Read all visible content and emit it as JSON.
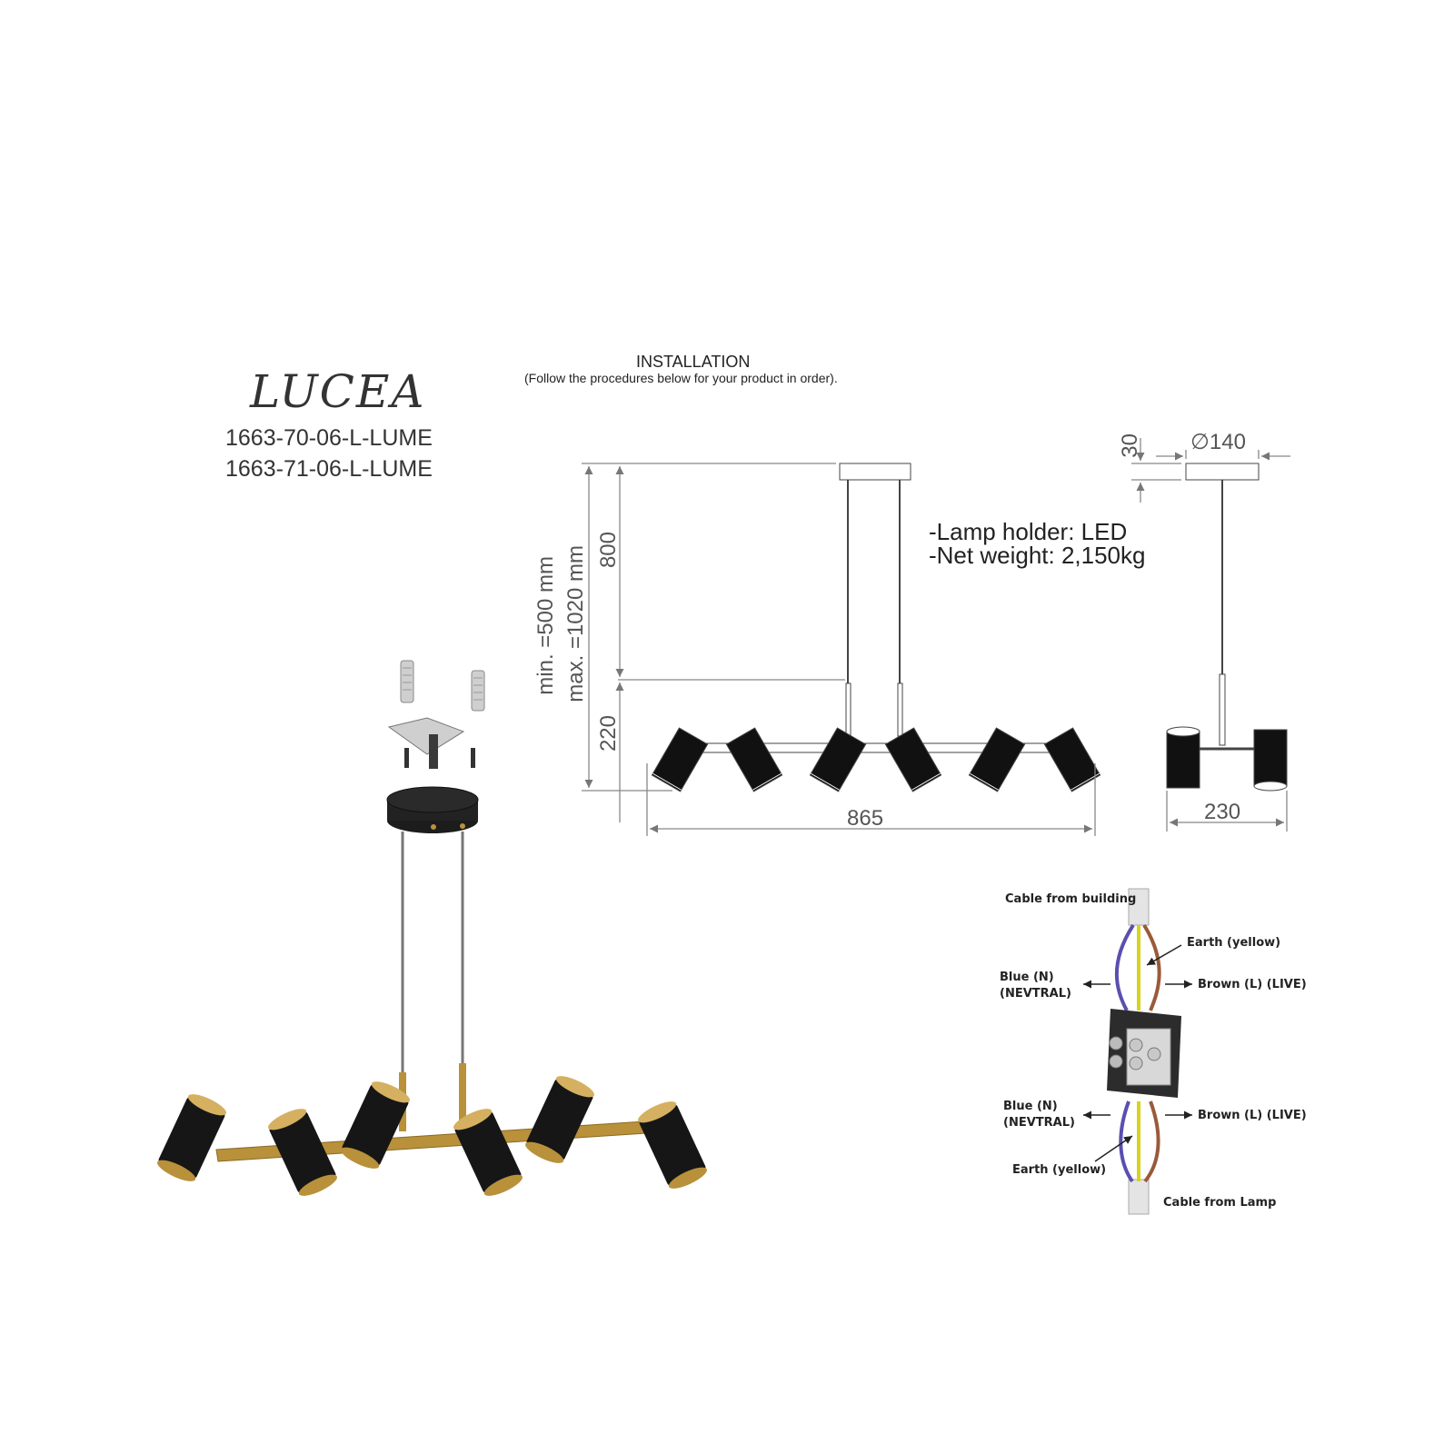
{
  "product": {
    "name": "LUCEA",
    "codes": [
      "1663-70-06-L-LUME",
      "1663-71-06-L-LUME"
    ]
  },
  "installation": {
    "title": "INSTALLATION",
    "subtitle": "(Follow the procedures below for your product in order)."
  },
  "specs": [
    "-Lamp holder: LED",
    "-Net weight: 2,150kg"
  ],
  "dimensions": {
    "height_min": "min. =500 mm",
    "height_max": "max. =1020 mm",
    "cable": "800",
    "body": "220",
    "length": "865",
    "canopy_height": "30",
    "canopy_diameter": "∅140",
    "width": "230"
  },
  "wiring": {
    "cable_from_building": "Cable from building",
    "earth_top": "Earth (yellow)",
    "blue_top": "Blue (N)\n(NEVTRAL)",
    "brown_top": "Brown (L) (LIVE)",
    "blue_bottom": "Blue (N)\n(NEVTRAL)",
    "brown_bottom": "Brown (L) (LIVE)",
    "earth_bottom": "Earth (yellow)",
    "cable_from_lamp": "Cable from Lamp"
  },
  "colors": {
    "brass": "#b8913a",
    "black": "#1a1a1a",
    "blue_wire": "#5a4fb0",
    "yellow_wire": "#d8d41a",
    "brown_wire": "#9a5a3a"
  }
}
